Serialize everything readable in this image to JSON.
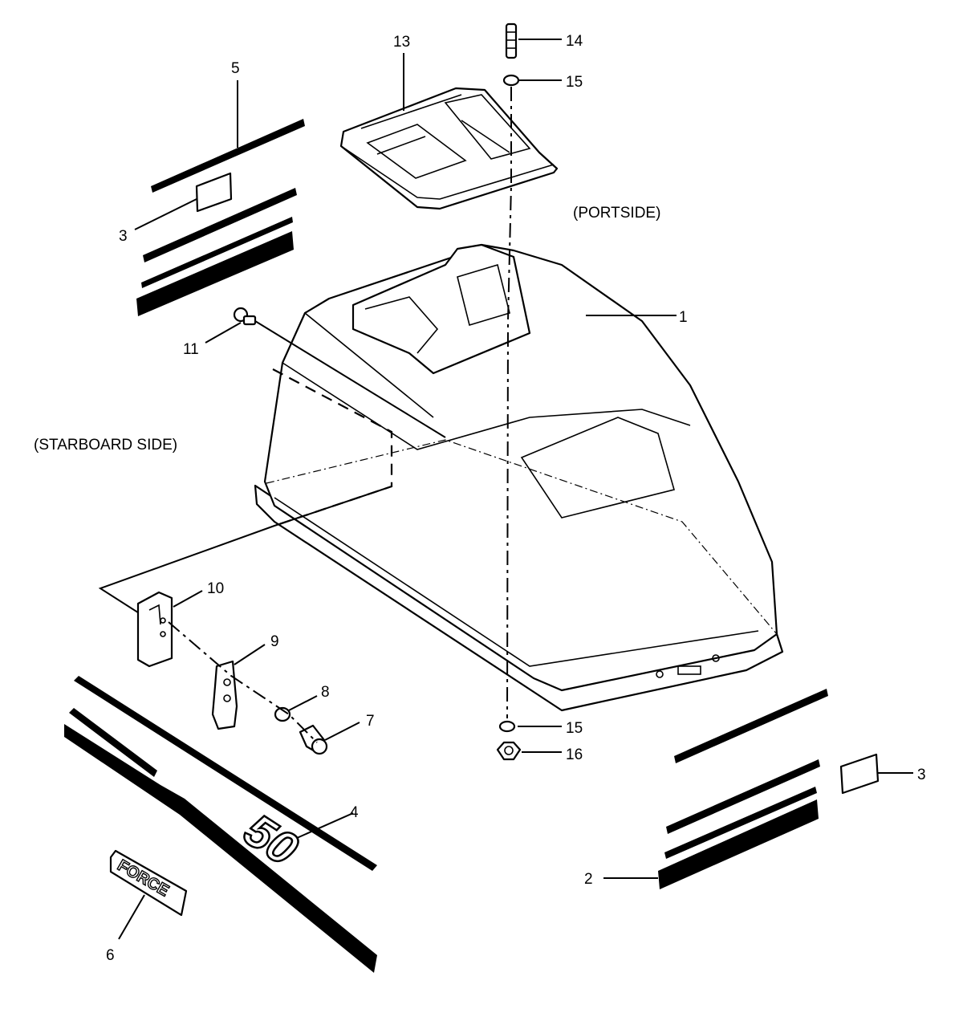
{
  "diagram": {
    "side_labels": {
      "portside": "(PORTSIDE)",
      "starboard": "(STARBOARD SIDE)"
    },
    "callouts": {
      "c1": "1",
      "c2": "2",
      "c3a": "3",
      "c3b": "3",
      "c4": "4",
      "c5": "5",
      "c6": "6",
      "c7": "7",
      "c8": "8",
      "c9": "9",
      "c10": "10",
      "c11": "11",
      "c13": "13",
      "c14": "14",
      "c15a": "15",
      "c15b": "15",
      "c16": "16"
    },
    "decal_text": {
      "model_number": "50",
      "brand": "FORCE"
    }
  }
}
